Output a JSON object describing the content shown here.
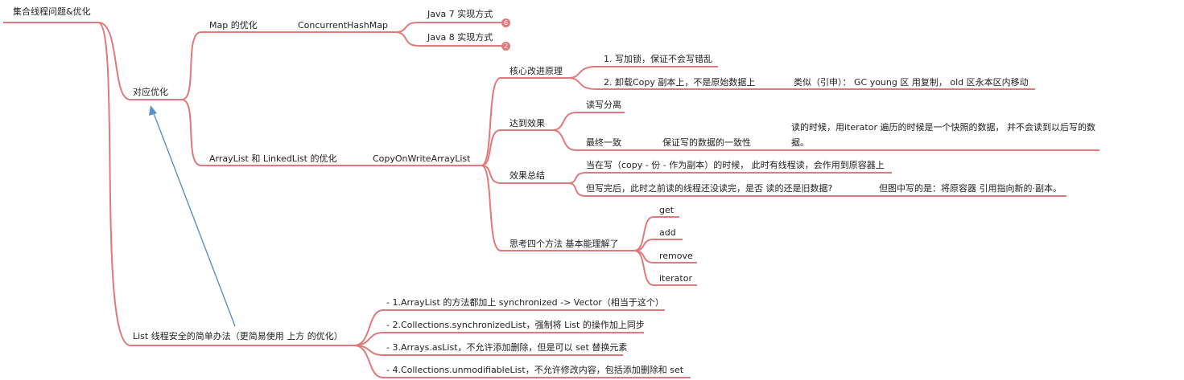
{
  "root": {
    "label": "集合线程问题&优化"
  },
  "branches": {
    "opt": "对应优化",
    "map": "Map 的优化",
    "chm": "ConcurrentHashMap",
    "java7": "Java 7 实现方式",
    "java7_badge": "6",
    "java8": "Java 8 实现方式",
    "java8_badge": "2",
    "list": "ArrayList 和 LinkedList 的优化",
    "cow": "CopyOnWriteArrayList",
    "core": "核心改进原理",
    "core1": "1. 写加锁，保证不会写错乱",
    "core2": "2. 卸载Copy 副本上，不是原始数据上",
    "core2note": "类似（引申）： GC young 区 用复制， old 区永本区内移动",
    "effect": "达到效果",
    "effect1": "读写分离",
    "effect2": "最终一致",
    "effect2a": "保证写的数据的一致性",
    "effect2b": "读的时候，用iterator 遍历的时候是一个快照的数据， 并不会读到以后写的数据。",
    "summary": "效果总结",
    "summary1": "当在写（copy - 份 - 作为副本）的时候， 此时有线程读，会作用到原容器上",
    "summary2": "但写完后，此时之前读的线程还没读完，是否 读的还是旧数据?",
    "summary2note": "但图中写的是：将原容器 引用指向新的·副本。",
    "think": "思考四个方法 基本能理解了",
    "m_get": "get",
    "m_add": "add",
    "m_remove": "remove",
    "m_iterator": "iterator",
    "simple": "List  线程安全的简单办法（更简易使用 上方 的优化）",
    "s1": "- 1.ArrayList 的方法都加上 synchronized -> Vector（相当于这个）",
    "s2": "- 2.Collections.synchronizedList，强制将 List 的操作加上同步",
    "s3": "- 3.Arrays.asList，不允许添加删除，但是可以 set 替换元素",
    "s4": "- 4.Collections.unmodifiableList，不允许修改内容，包括添加删除和 set"
  },
  "colors": {
    "branch": "#e07a7a",
    "link": "#5b8fc7"
  }
}
